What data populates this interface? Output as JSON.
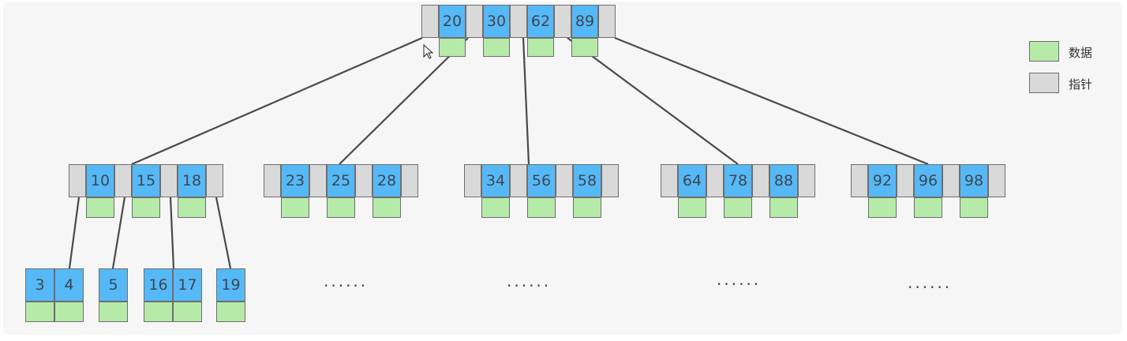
{
  "tree": {
    "root": {
      "keys": [
        "20",
        "30",
        "62",
        "89"
      ]
    },
    "level2": [
      {
        "keys": [
          "10",
          "15",
          "18"
        ]
      },
      {
        "keys": [
          "23",
          "25",
          "28"
        ]
      },
      {
        "keys": [
          "34",
          "56",
          "58"
        ]
      },
      {
        "keys": [
          "64",
          "78",
          "88"
        ]
      },
      {
        "keys": [
          "92",
          "96",
          "98"
        ]
      }
    ],
    "leaves": [
      {
        "keys": [
          "3",
          "4"
        ]
      },
      {
        "keys": [
          "5"
        ]
      },
      {
        "keys": [
          "16",
          "17"
        ]
      },
      {
        "keys": [
          "19"
        ]
      }
    ],
    "ellipses": [
      "......",
      "......",
      "......",
      "......"
    ]
  },
  "legend": {
    "data_label": "数据",
    "pointer_label": "指针",
    "data_color": "#b6eaa8",
    "pointer_color": "#d9d9d9"
  },
  "colors": {
    "key": "#56b9f7",
    "pointer": "#d9d9d9",
    "data": "#b6eaa8",
    "edge": "#4a4a4a"
  },
  "icons": [
    "mouse-cursor-icon"
  ]
}
